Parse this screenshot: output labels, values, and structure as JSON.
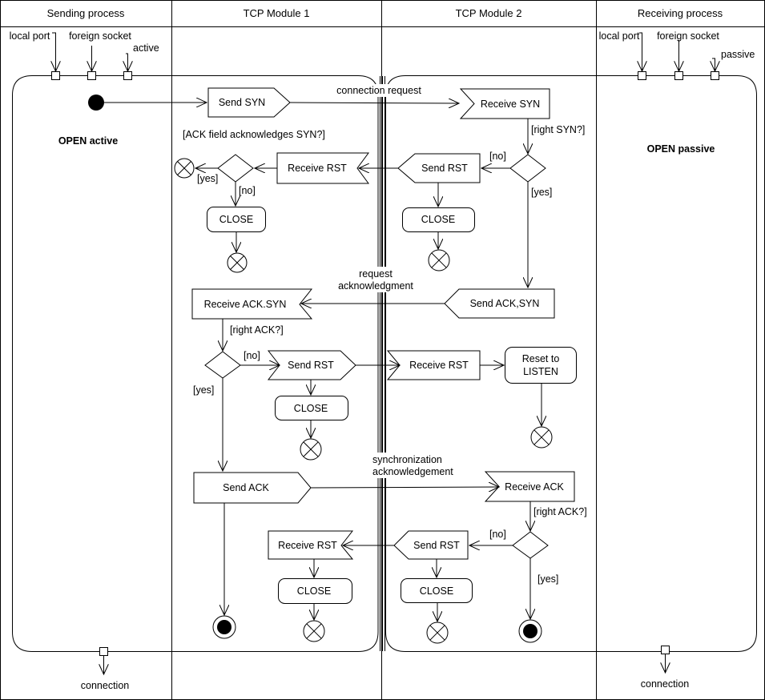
{
  "lanes": {
    "sending": "Sending process",
    "tcp1": "TCP Module 1",
    "tcp2": "TCP Module  2",
    "receiving": "Receiving process"
  },
  "pins": {
    "left": {
      "local_port": "local port",
      "foreign_socket": "foreign socket",
      "mode": "active",
      "output": "connection"
    },
    "right": {
      "local_port": "local port",
      "foreign_socket": "foreign socket",
      "mode": "passive",
      "output": "connection"
    }
  },
  "activities": {
    "left": "OPEN active",
    "right": "OPEN passive"
  },
  "flows": {
    "connection_request": "connection request",
    "request_ack_1": "request",
    "request_ack_2": "acknowledgment",
    "sync_ack_1": "synchronization",
    "sync_ack_2": "acknowledgement"
  },
  "actions": {
    "send_syn": "Send SYN",
    "receive_syn": "Receive SYN",
    "receive_rst_1": "Receive RST",
    "send_rst_1": "Send RST",
    "close_1": "CLOSE",
    "close_2": "CLOSE",
    "receive_ack_syn": "Receive ACK.SYN",
    "send_ack_syn": "Send ACK,SYN",
    "send_rst_2": "Send RST",
    "receive_rst_2": "Receive RST",
    "reset_1": "Reset to",
    "reset_2": "LISTEN",
    "close_3": "CLOSE",
    "send_ack": "Send ACK",
    "receive_ack": "Receive ACK",
    "receive_rst_3": "Receive RST",
    "send_rst_3": "Send RST",
    "close_4": "CLOSE",
    "close_5": "CLOSE"
  },
  "guards": {
    "ack_acknowledges_syn": "[ACK field acknowledges SYN?]",
    "yes_1": "[yes]",
    "no_1": "[no]",
    "right_syn": "[right SYN?]",
    "no_2": "[no]",
    "yes_2": "[yes]",
    "right_ack_1": "[right ACK?]",
    "no_3": "[no]",
    "yes_3": "[yes]",
    "right_ack_2": "[right ACK?]",
    "no_4": "[no]",
    "yes_4": "[yes]"
  }
}
